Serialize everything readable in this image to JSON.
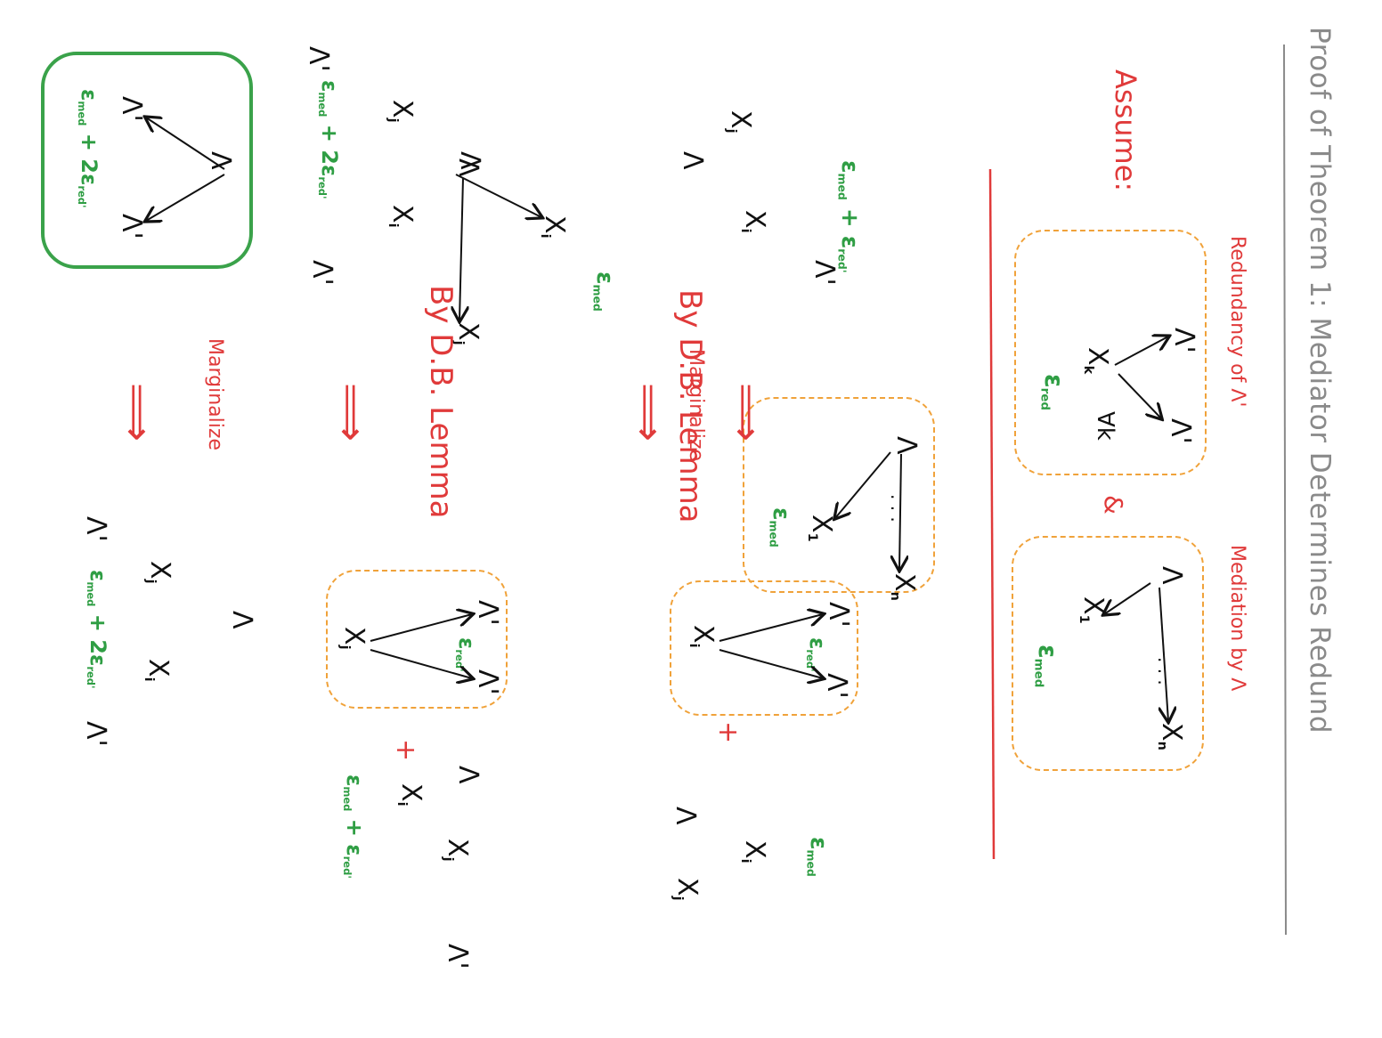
{
  "title": "Proof of Theorem 1: Mediator Determines Redund",
  "assume": "Assume:",
  "redundancy_label": "Redundancy of Λ'",
  "mediation_label": "Mediation by Λ",
  "amp": "&",
  "forall": "∀k",
  "plus": "+",
  "dots": ". . .",
  "sym": {
    "lambda": "Λ",
    "lambda_p": "Λ'",
    "x": "X",
    "sub_k": "k",
    "sub_1": "1",
    "sub_n": "n",
    "sub_i": "i",
    "sub_j": "j"
  },
  "eps": {
    "e": "ε",
    "med": "med",
    "red": "red",
    "red_p": "red'",
    "plus": " + ",
    "two_e": "2ε"
  },
  "steps": {
    "marginalize_1": "Marginalize",
    "lemma_1": "By D.B. Lemma",
    "lemma_2": "By D.B. Lemma",
    "marginalize_2": "Marginalize",
    "implies": "⟹"
  },
  "colors": {
    "red": "#e03a3a",
    "green": "#2f9e44",
    "orange": "#f0a23a",
    "gray": "#8a8a8a",
    "black": "#111111"
  }
}
